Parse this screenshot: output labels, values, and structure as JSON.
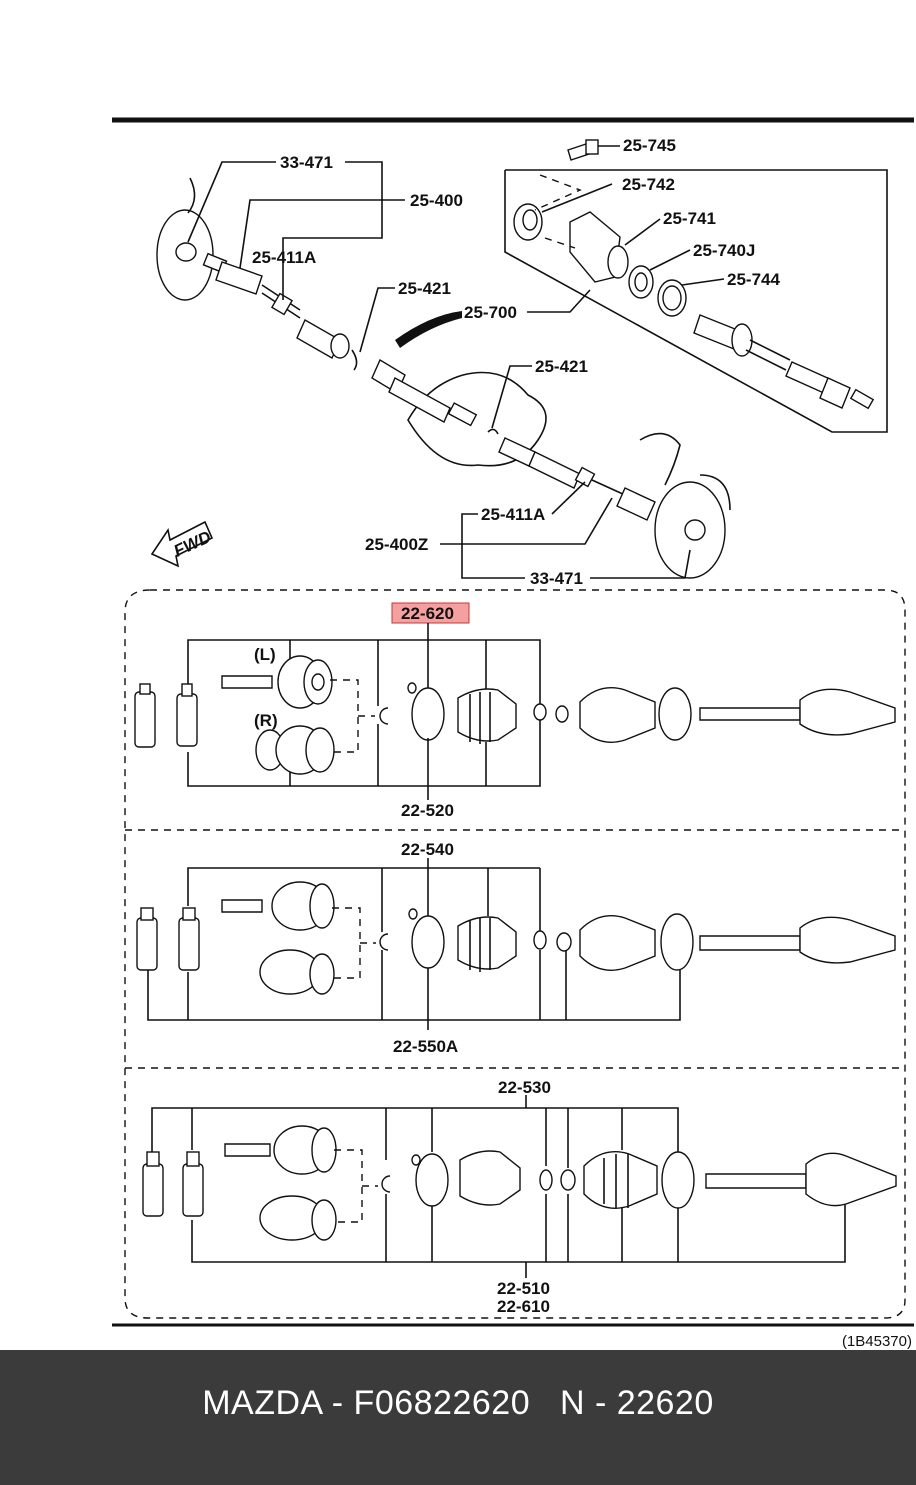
{
  "labels": {
    "l1": "33-471",
    "l2": "25-400",
    "l3": "25-411A",
    "l4": "25-421",
    "l5": "25-700",
    "l6": "25-421",
    "l7": "25-745",
    "l8": "25-742",
    "l9": "25-741",
    "l10": "25-740J",
    "l11": "25-744",
    "l12": "25-411A",
    "l13": "25-400Z",
    "l14": "33-471",
    "fwd": "FWD",
    "l15": "22-620",
    "l16": "(L)",
    "l17": "(R)",
    "l18": "22-520",
    "l19": "22-540",
    "l20": "22-550A",
    "l21": "22-530",
    "l22": "22-510",
    "l23": "22-610",
    "code": "(1B45370)"
  },
  "highlight_color": "#f4a0a0",
  "footer": {
    "text": "MAZDA - F06822620   N - 22620"
  }
}
